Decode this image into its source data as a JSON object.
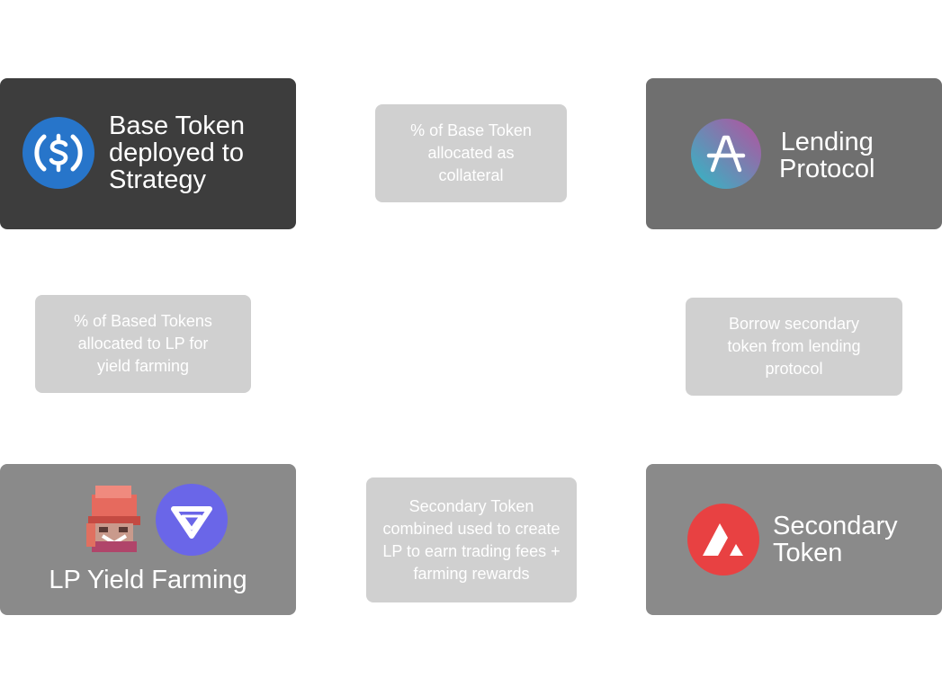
{
  "nodes": {
    "base_token": {
      "label": "Base Token\ndeployed to\nStrategy",
      "icon": "usdc-icon",
      "color": "#3d3d3d"
    },
    "lending_protocol": {
      "label": "Lending\nProtocol",
      "icon": "aave-icon",
      "color": "#6f6f6f"
    },
    "lp_yield_farming": {
      "label": "LP Yield Farming",
      "icons": [
        "traderjoe-icon",
        "vector-icon"
      ],
      "color": "#8a8a8a"
    },
    "secondary_token": {
      "label": "Secondary\nToken",
      "icon": "avalanche-icon",
      "color": "#8a8a8a"
    }
  },
  "edges": {
    "base_to_lending": "% of Base Token\nallocated as\ncollateral",
    "base_to_lp": "% of Based Tokens\nallocated to LP for\nyield farming",
    "lending_to_secondary": "Borrow secondary\ntoken from lending\nprotocol",
    "secondary_to_lp": "Secondary Token\ncombined used to create\nLP to earn trading fees +\nfarming rewards"
  },
  "colors": {
    "edge_box": "#d0d0d0",
    "usdc_blue": "#2775ca",
    "avalanche_red": "#e84142",
    "vector_purple": "#6a66e8"
  }
}
